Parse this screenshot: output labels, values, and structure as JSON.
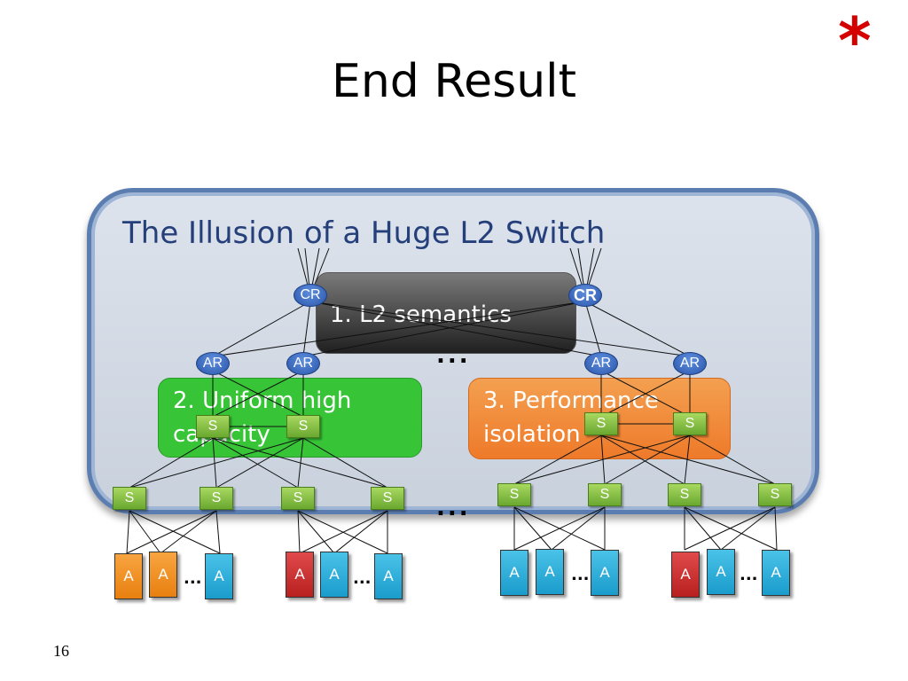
{
  "slide": {
    "title": "End Result",
    "star": "*",
    "page_number": "16"
  },
  "panel": {
    "title": "The Illusion of a Huge L2 Switch"
  },
  "boxes": {
    "l2": "1. L2 semantics",
    "uniform_line1": "2. Uniform high",
    "uniform_line2": "capacity",
    "perf_line1": "3. Performance",
    "perf_line2": "isolation"
  },
  "ellipsis": "...",
  "nodes": {
    "cr_left": "CR",
    "cr_right": "CR",
    "ar": [
      "AR",
      "AR",
      "AR",
      "AR"
    ],
    "agg_switch": [
      "S",
      "S",
      "S",
      "S"
    ],
    "tor_switch": [
      "S",
      "S",
      "S",
      "S",
      "S",
      "S",
      "S",
      "S"
    ],
    "hosts": [
      "A",
      "A",
      "A",
      "A",
      "A",
      "A",
      "A",
      "A",
      "A",
      "A",
      "A",
      "A"
    ]
  },
  "colors": {
    "router": "#2a55a8",
    "switch": "#6aa830",
    "host_orange": "#e88010",
    "host_blue": "#1a9ccc",
    "host_red": "#b82020",
    "box_green": "#37c537",
    "box_orange": "#ee7a2a",
    "star": "#d40000"
  }
}
